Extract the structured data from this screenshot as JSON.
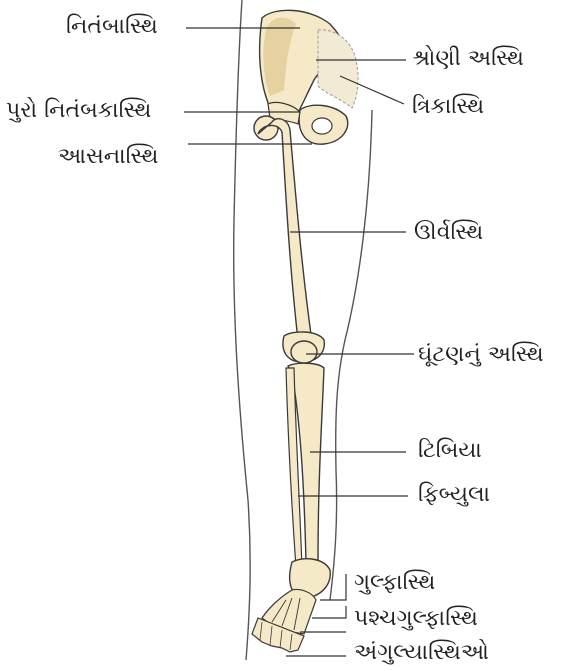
{
  "labels": {
    "ilium": "નિતંબાસ્થિ",
    "pelvis": "શ્રોણી અસ્થિ",
    "sacrum": "ત્રિકાસ્થિ",
    "pubis": "પુરો નિતંબકાસ્થિ",
    "ischium": "આસનાસ્થિ",
    "femur": "ઊર્વસ્થિ",
    "patella": "ઘૂંટણનું અસ્થિ",
    "tibia": "ટિબિયા",
    "fibula": "ફિબ્યુલા",
    "tarsals": "ગુલ્ફાસ્થિ",
    "metatarsals": "પશ્ચગુલ્ફાસ્થિ",
    "phalanges": "અંગુલ્યાસ્થિઓ"
  },
  "colors": {
    "bone": "#f6e9c8",
    "bone_shadow": "#e6d2a0",
    "outline": "#3a3a3a",
    "leader": "#333333"
  }
}
